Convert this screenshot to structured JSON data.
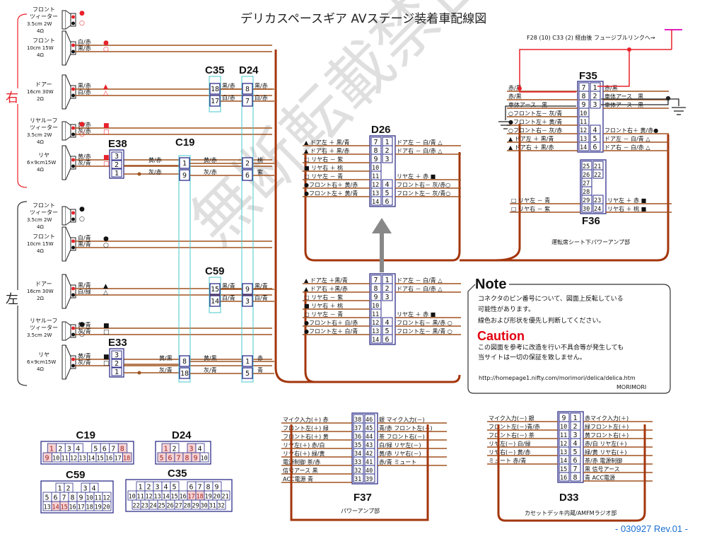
{
  "title": "デリカスペースギア AVステージ装着車配線図",
  "revision": "- 030927 Rev.01 -",
  "watermark": "無断転載禁止",
  "sides": {
    "right": "右",
    "left": "左"
  },
  "speakers_right": [
    {
      "name": "フロント\nツィーター",
      "spec": "3.5cm 2W",
      "ohm": "4Ω",
      "wires": []
    },
    {
      "name": "フロント",
      "spec": "10cm 15W",
      "ohm": "4Ω",
      "wires": [
        "白/赤 ●",
        "黒/赤 ○"
      ]
    },
    {
      "name": "ドアー",
      "spec": "16cm 30W",
      "ohm": "2Ω",
      "wires": [
        "黒/赤 ▲",
        "白/赤 △"
      ]
    },
    {
      "name": "リヤルーフ\nツィーター",
      "spec": "3.5cm 2W",
      "ohm": "4Ω",
      "wires": [
        "黄/赤 ■",
        "灰/赤 □"
      ]
    },
    {
      "name": "リヤ",
      "spec": "6×9cm15W",
      "ohm": "4Ω",
      "wires": [
        "黄/赤 ■",
        "灰/青 □"
      ]
    }
  ],
  "speakers_left": [
    {
      "name": "フロント\nツィーター",
      "spec": "3.5cm 2W",
      "ohm": "4Ω",
      "wires": []
    },
    {
      "name": "フロント",
      "spec": "10cm 15W",
      "ohm": "4Ω",
      "wires": [
        "白/青 ●",
        "黒/青 ○"
      ]
    },
    {
      "name": "ドアー",
      "spec": "16cm 30W",
      "ohm": "2Ω",
      "wires": [
        "黒/青 ▲",
        "白/緑 △"
      ]
    },
    {
      "name": "リヤルーフ\nツィーター",
      "spec": "3.5cm 2W",
      "ohm": "",
      "wires": [
        "黄/青 ■",
        "灰/青 □"
      ]
    },
    {
      "name": "リヤ",
      "spec": "6×9cm15W",
      "ohm": "4Ω",
      "wires": [
        "黄/青 ■",
        "灰/青 □"
      ]
    }
  ],
  "connectors": {
    "E38": {
      "label": "E38",
      "pins": [
        "3",
        "2",
        "1"
      ]
    },
    "E33": {
      "label": "E33",
      "pins": [
        "3",
        "2",
        "1"
      ]
    },
    "C19": {
      "label": "C19",
      "pins_upper": [
        "1",
        "9"
      ],
      "pins_lower": [
        "8",
        "18"
      ],
      "wires_upper": [
        [
          "黄/赤",
          "黄/赤"
        ],
        [
          "灰/赤",
          "灰/赤"
        ]
      ],
      "wires_lower": [
        [
          "黄/黒",
          "黄/黒"
        ],
        [
          "灰/青",
          "灰/青"
        ]
      ]
    },
    "C35": {
      "label": "C35",
      "pins": [
        "18",
        "17"
      ],
      "wires": [
        "黒/赤",
        "白/赤"
      ]
    },
    "C59": {
      "label": "C59",
      "pins": [
        "15",
        "14"
      ],
      "wires": [
        "黒/青",
        "白/青"
      ]
    },
    "D24": {
      "label": "D24",
      "pins_a": [
        "8",
        "7"
      ],
      "wires_a": [
        "黒/赤",
        "白/赤"
      ],
      "pins_b": [
        "2",
        "6"
      ],
      "wires_b": [
        "桃",
        "紫"
      ],
      "pins_c": [
        "9",
        "3"
      ],
      "wires_c": [
        "黒/青",
        "白/青"
      ],
      "pins_d": [
        "1",
        "5"
      ],
      "wires_d": [
        "赤",
        "青"
      ]
    }
  },
  "d26": {
    "label": "D26",
    "grid": [
      [
        "7",
        "1"
      ],
      [
        "8",
        "2"
      ],
      [
        "9",
        "3"
      ],
      [
        "10",
        ""
      ],
      [
        "11",
        ""
      ],
      [
        "12",
        "4"
      ],
      [
        "13",
        "5"
      ],
      [
        "14",
        "6"
      ]
    ],
    "left": [
      "▲ ドア左 ＋ 黒/青",
      "▲ ドア右 ＋ 黒/赤",
      "□ リヤ右 － 紫",
      "■ リヤ右 ＋ 桃",
      "□ リヤ左 － 青",
      "●フロント右＋ 黄/赤",
      "●フロント左＋ 黄/青"
    ],
    "right": [
      "ドア左 － 白/青 △",
      "ドア右 － 白/赤 △",
      "",
      "",
      "リヤ左 ＋ 赤 ■",
      "フロント右－ 灰/赤○",
      "フロント左－ 灰/青○"
    ]
  },
  "d26b": {
    "grid": [
      [
        "7",
        "1"
      ],
      [
        "8",
        "2"
      ],
      [
        "9",
        "3"
      ],
      [
        "10",
        ""
      ],
      [
        "11",
        ""
      ],
      [
        "12",
        "4"
      ],
      [
        "13",
        "5"
      ],
      [
        "14",
        "6"
      ]
    ],
    "left": [
      "▲ ドア左 ＋黒/青",
      "▲ ドア右 ＋黒/赤",
      "□ リヤ右 － 紫",
      "■ リヤ右 ＋ 桃",
      "□ リヤ左 － 青",
      "●フロント右＋ 白/赤",
      "●フロント左＋ 白/青"
    ],
    "right": [
      "ドア左 － 白/青 △",
      "ドア右 － 白/赤 △",
      "",
      "",
      "リヤ左 ＋ 赤 ■",
      "フロント右－ 黒/赤 ○",
      "フロント左－ 黒/青 ○"
    ]
  },
  "f35": {
    "label": "F35",
    "fuse_note": "F28 (10)  C33 (2) 経由後 フュージブルリンクへ→",
    "grid": [
      [
        "7",
        "1"
      ],
      [
        "8",
        "2"
      ],
      [
        "9",
        "3"
      ],
      [
        "10",
        ""
      ],
      [
        "11",
        ""
      ],
      [
        "12",
        "4"
      ],
      [
        "13",
        "5"
      ],
      [
        "14",
        "6"
      ]
    ],
    "left": [
      "赤/黒",
      "赤/黒",
      "車体アース　黒",
      "○フロント左－ 灰/青",
      "●フロント左＋ 黄/青",
      "○フロント右－ 灰/赤",
      "▲ ドア左 ＋ 黒/青",
      "▲ ドア右 ＋ 黒/赤"
    ],
    "right": [
      "赤/黒",
      "車体アース　黒",
      "車体アース　黒",
      "",
      "",
      "フロント右＋ 黄/赤●",
      "ドア左 － 白/青 △",
      "ドア右 － 白/赤 △"
    ]
  },
  "f36": {
    "label": "F36",
    "grid": [
      [
        "25",
        "21"
      ],
      [
        "26",
        "22"
      ],
      [
        "27",
        ""
      ],
      [
        "28",
        ""
      ],
      [
        "29",
        "23"
      ],
      [
        "30",
        "24"
      ]
    ],
    "left": [
      "□ リヤ左 － 青",
      "□ リヤ右 － 紫"
    ],
    "right": [
      "リヤ左 ＋ 赤 ■",
      "リヤ右 ＋ 桃 ■"
    ],
    "caption": "運転席シート下パワーアンプ部"
  },
  "f37": {
    "label": "F37",
    "caption": "パワーアンプ部",
    "grid": [
      [
        "38",
        "46"
      ],
      [
        "37",
        "45"
      ],
      [
        "36",
        "44"
      ],
      [
        "35",
        "43"
      ],
      [
        "34",
        "42"
      ],
      [
        "33",
        "41"
      ],
      [
        "32",
        "40"
      ],
      [
        "31",
        "39"
      ]
    ],
    "left": [
      "マイク入力(＋) 赤",
      "フロント左(＋) 緑",
      "フロント右(＋) 黄",
      "リヤ左(＋) 赤/白",
      "リヤ右(＋) 緑/黄",
      "電源制御 茶/赤",
      "信号アース 黒",
      "ACC電源 青"
    ],
    "right": [
      "銀 マイク入力(－)",
      "青/赤 フロント左(－)",
      "茶 フロント右(－)",
      "白/緑 リヤ左(－)",
      "黄/赤 リヤ右(－)",
      "赤/青 ミュート",
      "",
      ""
    ]
  },
  "d33": {
    "label": "D33",
    "caption": "カセットデッキ内蔵/AMFMラジオ部",
    "grid": [
      [
        "9",
        "1"
      ],
      [
        "10",
        "2"
      ],
      [
        "11",
        "3"
      ],
      [
        "12",
        "4"
      ],
      [
        "13",
        "5"
      ],
      [
        "14",
        "6"
      ],
      [
        "15",
        "7"
      ],
      [
        "16",
        "8"
      ]
    ],
    "left": [
      "マイク入力(－) 銀",
      "フロント左(－)青/赤",
      "フロント右(－) 茶",
      "リヤ左(－) 白/緑",
      "リヤ右(－) 黄/赤",
      "ミュート 赤/青",
      "",
      ""
    ],
    "right": [
      "赤マイク入力(＋)",
      "緑フロント左(＋)",
      "黄フロント右(＋)",
      "赤/白 リヤ左(＋)",
      "緑/黄 リヤ右(＋)",
      "茶/赤 電源制御",
      "黒 信号アース",
      "青 ACC電源"
    ]
  },
  "pinouts": {
    "C19": {
      "label": "C19",
      "rows": [
        [
          "1",
          "2",
          "3",
          "4",
          "",
          "5",
          "6",
          "7",
          "8"
        ],
        [
          "9",
          "10",
          "11",
          "12",
          "13",
          "14",
          "15",
          "16",
          "17",
          "18"
        ]
      ]
    },
    "D24": {
      "label": "D24",
      "rows": [
        [
          "1",
          "2",
          "",
          "3",
          "4"
        ],
        [
          "5",
          "6",
          "7",
          "8",
          "9",
          "10"
        ]
      ]
    },
    "C59": {
      "label": "C59",
      "rows": [
        [
          "",
          "1",
          "2",
          "",
          "3",
          "4",
          ""
        ],
        [
          "5",
          "6",
          "7",
          "8",
          "9",
          "10",
          "11",
          "12"
        ],
        [
          "13",
          "14",
          "15",
          "16",
          "17",
          "18",
          "19",
          "20"
        ]
      ]
    },
    "C35": {
      "label": "C35",
      "rows": [
        [
          "1",
          "2",
          "3",
          "4",
          "5",
          "",
          "6",
          "7",
          "8",
          "9"
        ],
        [
          "10",
          "11",
          "12",
          "13",
          "14",
          "15",
          "16",
          "17",
          "18",
          "19",
          "20",
          "21"
        ],
        [
          "22",
          "23",
          "24",
          "25",
          "26",
          "27",
          "28",
          "29",
          "30",
          "31",
          "32"
        ]
      ]
    }
  },
  "note": {
    "heading": "Note",
    "lines": [
      "コネクタのピン番号について、図面上反転している",
      "可能性があります。",
      "線色および形状を優先し判断してください。"
    ],
    "caution_heading": "Caution",
    "caution_lines": [
      "この図面を参考に改造を行い不具合等が発生しても",
      "当サイトは一切の保証を致しません。"
    ],
    "url": "http://homepage1.nifty.com/morimori/delica/delica.htm",
    "author": "MORIMORI"
  },
  "colors": {
    "wire": "#a0521e",
    "bus": "#a3360c",
    "connector": "#2e2e8a",
    "accent_red": "#e8212a",
    "revision": "#1b6fd1",
    "fuse": "#e020c0"
  }
}
